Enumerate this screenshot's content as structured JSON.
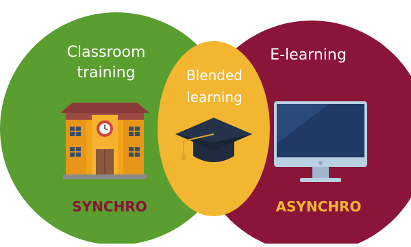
{
  "circles": {
    "left_color": "#5a9e2f",
    "right_color": "#8a1538",
    "center_color": "#f2b631"
  },
  "labels": {
    "classroom": "Classroom\ntraining",
    "elearning": "E-learning",
    "blended": "Blended\nlearning",
    "synchro": "SYNCHRO",
    "asynchro": "ASYNCHRO"
  },
  "label_colors": {
    "synchro": "#8a1538",
    "asynchro": "#f2b631"
  },
  "icons": {
    "left": "school-building-icon",
    "center": "graduation-cap-icon",
    "right": "desktop-monitor-icon"
  }
}
